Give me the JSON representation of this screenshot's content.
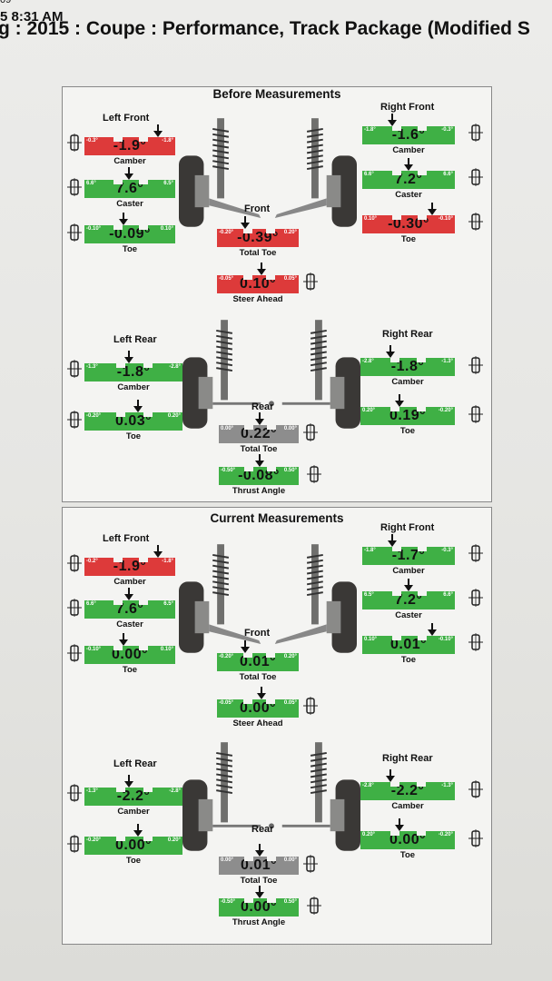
{
  "header": {
    "fragment": "09",
    "time": "5 8:31 AM",
    "vehicle": "g : 2015 : Coupe : Performance, Track Package (Modified S"
  },
  "before": {
    "title": "Before Measurements",
    "left_front": {
      "label": "Left Front",
      "camber": {
        "value": "-1.9°",
        "lo": "-0.3°",
        "hi": "-1.8°",
        "name": "Camber"
      },
      "caster": {
        "value": "7.6°",
        "lo": "6.6°",
        "hi": "6.5°",
        "name": "Caster"
      },
      "toe": {
        "value": "-0.09°",
        "lo": "-0.10°",
        "hi": "0.10°",
        "name": "Toe"
      }
    },
    "right_front": {
      "label": "Right Front",
      "camber": {
        "value": "-1.6°",
        "lo": "-1.8°",
        "hi": "-0.3°",
        "name": "Camber"
      },
      "caster": {
        "value": "7.2°",
        "lo": "6.6°",
        "hi": "6.6°",
        "name": "Caster"
      },
      "toe": {
        "value": "-0.30°",
        "lo": "0.10°",
        "hi": "-0.10°",
        "name": "Toe"
      }
    },
    "front": {
      "label": "Front",
      "total_toe": {
        "value": "-0.39°",
        "lo": "-0.20°",
        "hi": "0.20°",
        "name": "Total Toe"
      },
      "steer_ahead": {
        "value": "0.10°",
        "lo": "-0.05°",
        "hi": "0.05°",
        "name": "Steer Ahead"
      }
    },
    "left_rear": {
      "label": "Left Rear",
      "camber": {
        "value": "-1.8°",
        "lo": "-1.3°",
        "hi": "-2.8°",
        "name": "Camber"
      },
      "toe": {
        "value": "0.03°",
        "lo": "-0.20°",
        "hi": "0.20°",
        "name": "Toe"
      }
    },
    "right_rear": {
      "label": "Right Rear",
      "camber": {
        "value": "-1.8°",
        "lo": "-2.8°",
        "hi": "-1.3°",
        "name": "Camber"
      },
      "toe": {
        "value": "0.19°",
        "lo": "0.20°",
        "hi": "-0.20°",
        "name": "Toe"
      }
    },
    "rear": {
      "label": "Rear",
      "total_toe": {
        "value": "0.22°",
        "lo": "0.00°",
        "hi": "0.00°",
        "name": "Total Toe"
      },
      "thrust": {
        "value": "-0.08°",
        "lo": "-0.50°",
        "hi": "0.50°",
        "name": "Thrust Angle"
      }
    }
  },
  "current": {
    "title": "Current Measurements",
    "left_front": {
      "label": "Left Front",
      "camber": {
        "value": "-1.9°",
        "lo": "-0.2°",
        "hi": "-1.8°",
        "name": "Camber"
      },
      "caster": {
        "value": "7.6°",
        "lo": "6.6°",
        "hi": "6.5°",
        "name": "Caster"
      },
      "toe": {
        "value": "0.00°",
        "lo": "-0.10°",
        "hi": "0.10°",
        "name": "Toe"
      }
    },
    "right_front": {
      "label": "Right Front",
      "camber": {
        "value": "-1.7°",
        "lo": "-1.8°",
        "hi": "-0.3°",
        "name": "Camber"
      },
      "caster": {
        "value": "7.2°",
        "lo": "6.5°",
        "hi": "6.6°",
        "name": "Caster"
      },
      "toe": {
        "value": "0.01°",
        "lo": "0.10°",
        "hi": "-0.10°",
        "name": "Toe"
      }
    },
    "front": {
      "label": "Front",
      "total_toe": {
        "value": "0.01°",
        "lo": "-0.20°",
        "hi": "0.20°",
        "name": "Total Toe"
      },
      "steer_ahead": {
        "value": "0.00°",
        "lo": "-0.05°",
        "hi": "0.05°",
        "name": "Steer Ahead"
      }
    },
    "left_rear": {
      "label": "Left Rear",
      "camber": {
        "value": "-2.2°",
        "lo": "-1.3°",
        "hi": "-2.8°",
        "name": "Camber"
      },
      "toe": {
        "value": "0.00°",
        "lo": "-0.20°",
        "hi": "0.20°",
        "name": "Toe"
      }
    },
    "right_rear": {
      "label": "Right Rear",
      "camber": {
        "value": "-2.2°",
        "lo": "-2.8°",
        "hi": "-1.3°",
        "name": "Camber"
      },
      "toe": {
        "value": "0.00°",
        "lo": "0.20°",
        "hi": "-0.20°",
        "name": "Toe"
      }
    },
    "rear": {
      "label": "Rear",
      "total_toe": {
        "value": "0.01°",
        "lo": "0.00°",
        "hi": "0.00°",
        "name": "Total Toe"
      },
      "thrust": {
        "value": "0.00°",
        "lo": "-0.50°",
        "hi": "0.50°",
        "name": "Thrust Angle"
      }
    }
  },
  "colors": {
    "in_spec": "#3fb045",
    "out_of_spec": "#dd3a3a",
    "neutral": "#8d8d8d"
  },
  "icons": [
    "wheel-camber-icon",
    "wheel-caster-icon",
    "wheel-toe-icon",
    "suspension-diagram",
    "steering-icon",
    "thrust-icon"
  ]
}
